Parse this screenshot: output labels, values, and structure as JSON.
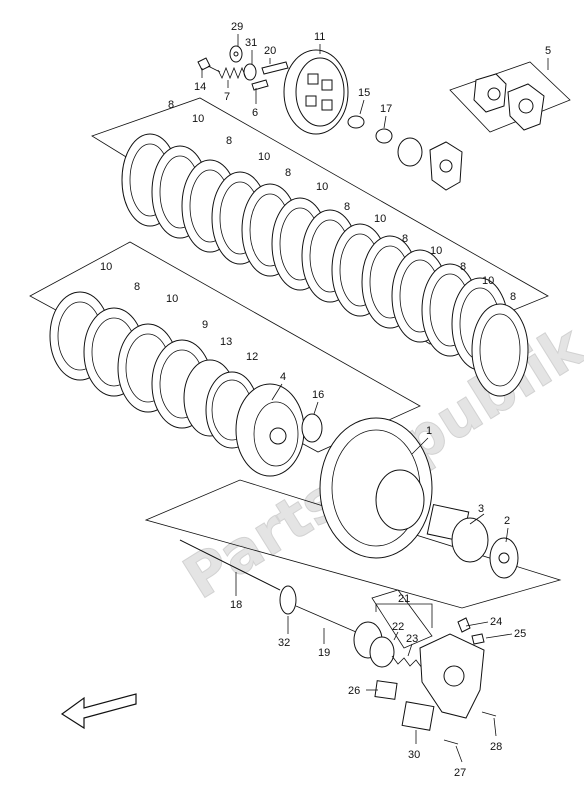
{
  "watermark": "PartsRepublik",
  "callouts": [
    {
      "id": "c29",
      "text": "29"
    },
    {
      "id": "c31",
      "text": "31"
    },
    {
      "id": "c20",
      "text": "20"
    },
    {
      "id": "c11",
      "text": "11"
    },
    {
      "id": "c5",
      "text": "5"
    },
    {
      "id": "c14",
      "text": "14"
    },
    {
      "id": "c7",
      "text": "7"
    },
    {
      "id": "c6",
      "text": "6"
    },
    {
      "id": "c15",
      "text": "15"
    },
    {
      "id": "c17",
      "text": "17"
    },
    {
      "id": "u8a",
      "text": "8"
    },
    {
      "id": "u10a",
      "text": "10"
    },
    {
      "id": "u8b",
      "text": "8"
    },
    {
      "id": "u10b",
      "text": "10"
    },
    {
      "id": "u8c",
      "text": "8"
    },
    {
      "id": "u10c",
      "text": "10"
    },
    {
      "id": "u8d",
      "text": "8"
    },
    {
      "id": "u10d",
      "text": "10"
    },
    {
      "id": "u8e",
      "text": "8"
    },
    {
      "id": "u10e",
      "text": "10"
    },
    {
      "id": "u8f",
      "text": "8"
    },
    {
      "id": "u10f",
      "text": "10"
    },
    {
      "id": "u8g",
      "text": "8"
    },
    {
      "id": "l10a",
      "text": "10"
    },
    {
      "id": "l8a",
      "text": "8"
    },
    {
      "id": "l10b",
      "text": "10"
    },
    {
      "id": "l9",
      "text": "9"
    },
    {
      "id": "l13",
      "text": "13"
    },
    {
      "id": "l12",
      "text": "12"
    },
    {
      "id": "c4",
      "text": "4"
    },
    {
      "id": "c16",
      "text": "16"
    },
    {
      "id": "c1",
      "text": "1"
    },
    {
      "id": "c3",
      "text": "3"
    },
    {
      "id": "c2",
      "text": "2"
    },
    {
      "id": "c18",
      "text": "18"
    },
    {
      "id": "c32",
      "text": "32"
    },
    {
      "id": "c19",
      "text": "19"
    },
    {
      "id": "c21",
      "text": "21"
    },
    {
      "id": "c22",
      "text": "22"
    },
    {
      "id": "c23",
      "text": "23"
    },
    {
      "id": "c24",
      "text": "24"
    },
    {
      "id": "c25",
      "text": "25"
    },
    {
      "id": "c26",
      "text": "26"
    },
    {
      "id": "c28",
      "text": "28"
    },
    {
      "id": "c30",
      "text": "30"
    },
    {
      "id": "c27",
      "text": "27"
    }
  ]
}
